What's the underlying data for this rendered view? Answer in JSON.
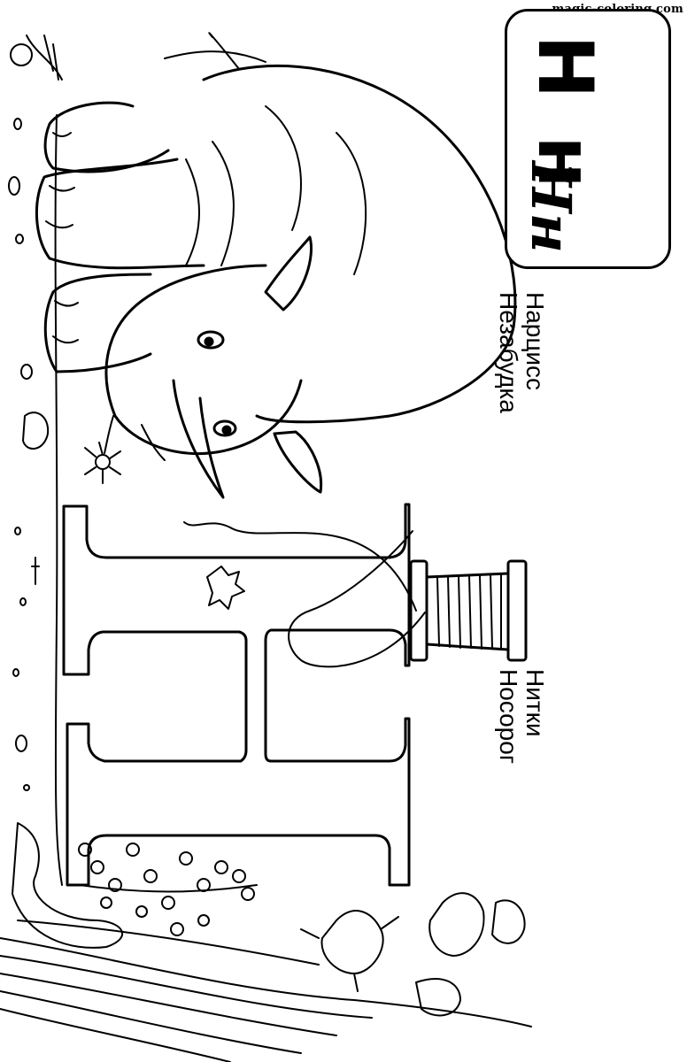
{
  "watermark": "magic-coloring.com",
  "letter_card": {
    "print": "Н н",
    "script": "Нн"
  },
  "words": [
    "Нарцисс",
    "Незабудка",
    "Нитки",
    "Носорог"
  ],
  "illustrations": [
    "rhinoceros-drawing",
    "narcissus-drawing",
    "forget-me-not-drawing",
    "thread-spool-drawing",
    "letter-n-outline"
  ]
}
